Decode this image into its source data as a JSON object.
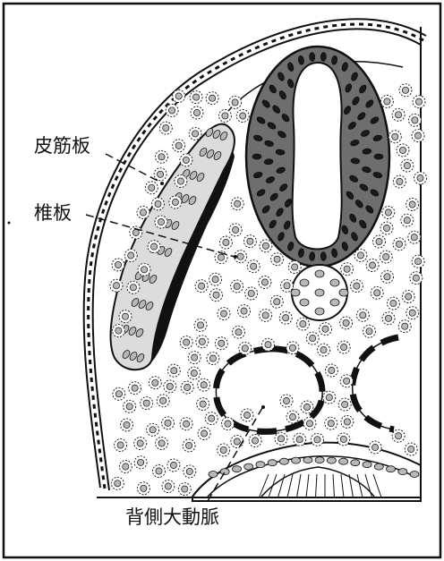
{
  "labels": {
    "dermomyotome": "皮筋板",
    "sclerotome": "椎板",
    "dorsal_aorta": "背側大動脈"
  },
  "colors": {
    "ink": "#111111",
    "neural_tube_fill": "#6e6e6e",
    "dermomyotome_fill": "#dcdcdc",
    "cell_fill": "#b8b8b8",
    "background": "#ffffff"
  }
}
